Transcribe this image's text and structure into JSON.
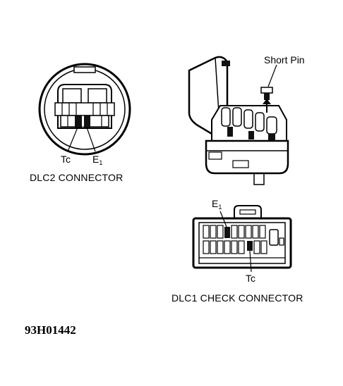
{
  "dlc2": {
    "tc_label": "Tc",
    "e1_label": "E",
    "e1_subscript": "1",
    "caption": "DLC2 CONNECTOR"
  },
  "short_pin": {
    "label": "Short Pin"
  },
  "dlc1": {
    "e1_label": "E",
    "e1_subscript": "1",
    "tc_label": "Tc",
    "caption": "DLC1 CHECK CONNECTOR"
  },
  "figure_code": "93H01442"
}
